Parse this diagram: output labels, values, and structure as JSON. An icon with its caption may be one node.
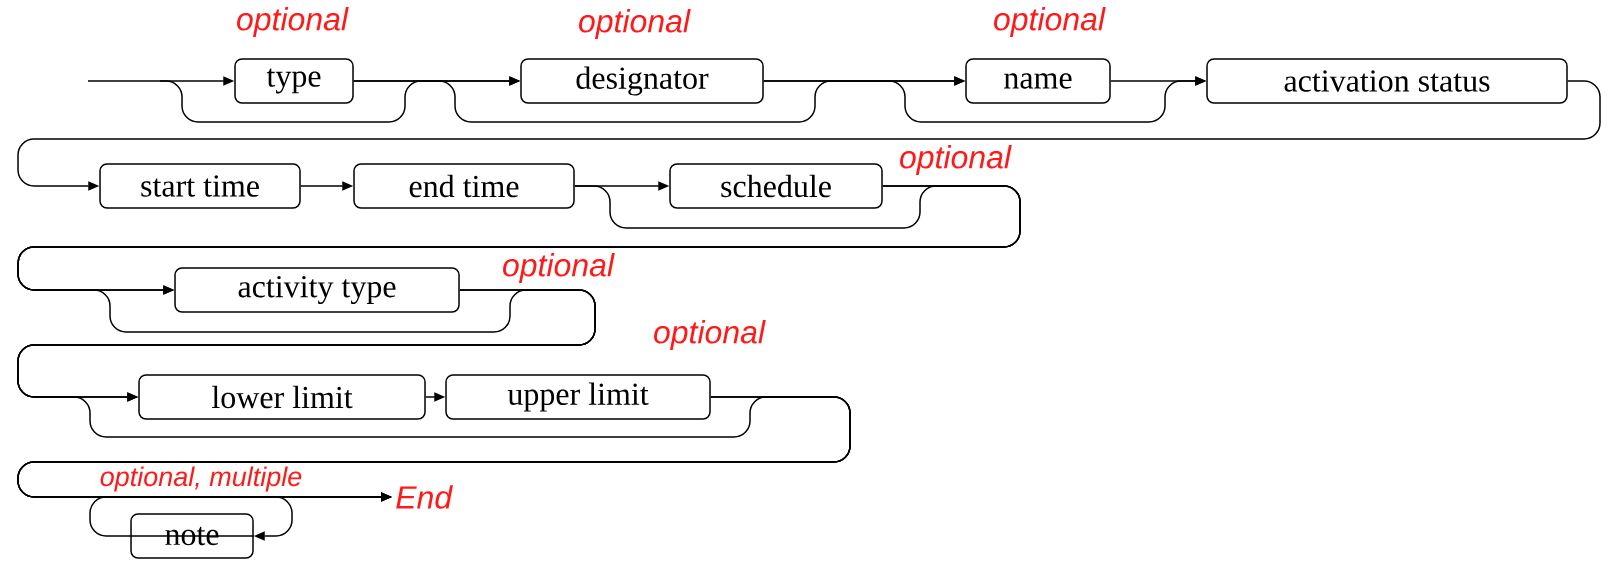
{
  "diagram": {
    "nodes": [
      {
        "text": [
          "type"
        ]
      },
      {
        "text": [
          "designator"
        ]
      },
      {
        "text": [
          "name"
        ]
      },
      {
        "text": [
          "activation status"
        ]
      },
      {
        "text": [
          "start time"
        ]
      },
      {
        "text": [
          "end time"
        ]
      },
      {
        "text": [
          "schedule"
        ]
      },
      {
        "text": [
          "activity type"
        ]
      },
      {
        "text": [
          "lower limit"
        ]
      },
      {
        "text": [
          "upper limit"
        ]
      },
      {
        "text": [
          "note"
        ]
      },
      {
        "text": [
          "End"
        ]
      }
    ],
    "edges": [
      {
        "from": null,
        "to": 0,
        "arrow": "to"
      },
      {
        "from": 0,
        "to": 1,
        "arrow": "to"
      },
      {
        "from": null,
        "to": 1,
        "arrow": "to"
      },
      {
        "from": 1,
        "to": 2,
        "arrow": "to"
      },
      {
        "from": 0,
        "to": 2,
        "arrow": "to"
      },
      {
        "from": 2,
        "to": 3,
        "arrow": "to"
      },
      {
        "from": 1,
        "to": 3,
        "arrow": "to"
      },
      {
        "from": 3,
        "to": 4,
        "arrow": "to"
      },
      {
        "from": 4,
        "to": 5,
        "arrow": "to"
      },
      {
        "from": 5,
        "to": 6,
        "arrow": "to"
      },
      {
        "from": 6,
        "to": 7,
        "arrow": "to"
      },
      {
        "from": 5,
        "to": 7,
        "arrow": "to"
      },
      {
        "from": 7,
        "to": 8,
        "arrow": "to"
      },
      {
        "from": 6,
        "to": 8,
        "arrow": "to"
      },
      {
        "from": 8,
        "to": 9,
        "arrow": "to"
      },
      {
        "from": 9,
        "to": 11,
        "arrow": "to"
      },
      {
        "from": 7,
        "to": 11,
        "arrow": "to"
      },
      {
        "from": 9,
        "to": 10,
        "arrow": "to"
      },
      {
        "from": 10,
        "to": 11,
        "arrow": "to"
      }
    ],
    "labels": [
      "optional",
      "optional",
      "optional",
      "optional",
      "optional",
      "optional",
      "optional, multiple"
    ]
  }
}
